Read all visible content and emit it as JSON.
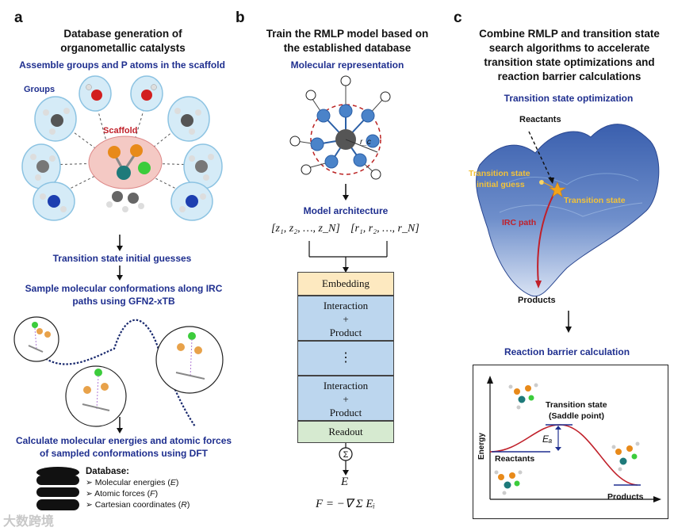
{
  "panel_a": {
    "letter": "a",
    "title_line1": "Database generation of",
    "title_line2": "organometallic catalysts",
    "subtitle": "Assemble groups and P atoms in the scaffold",
    "groups_label": "Groups",
    "scaffold_label": "Scaffold",
    "step1": "Transition state initial guesses",
    "step2_line1": "Sample molecular conformations along IRC",
    "step2_line2": "paths using GFN2-xTB",
    "step3_line1": "Calculate molecular energies and atomic forces",
    "step3_line2": "of sampled conformations using DFT",
    "database_title": "Database:",
    "database_items": [
      {
        "text": "Molecular energies (",
        "sym": "E",
        "end": ")"
      },
      {
        "text": "Atomic forces (",
        "sym": "F",
        "end": ")"
      },
      {
        "text": "Cartesian coordinates  (",
        "sym": "R",
        "end": ")"
      }
    ]
  },
  "panel_b": {
    "letter": "b",
    "title_line1": "Train the RMLP model based on",
    "title_line2": "the established database",
    "subtitle": "Molecular representation",
    "cutoff_label": "r_c",
    "arch_label": "Model architecture",
    "inputs_z": "[z₁, z₂, …, z_N]",
    "inputs_r": "[r₁, r₂, …, r_N]",
    "blocks": {
      "embedding": "Embedding",
      "interaction_line1": "Interaction",
      "plus": "+",
      "interaction_line3": "Product",
      "dots": "⋮",
      "readout": "Readout"
    },
    "sum_symbol": "Σ",
    "energy_symbol": "E",
    "force_eq": "F = −∇ Σ Eᵢ"
  },
  "panel_c": {
    "letter": "c",
    "title_line1": "Combine RMLP and transition state",
    "title_line2": "search algorithms to accelerate",
    "title_line3": "transition state optimizations and",
    "title_line4": "reaction barrier calculations",
    "subtitle": "Transition state optimization",
    "reactants": "Reactants",
    "ts_guess_line1": "Transition state",
    "ts_guess_line2": "initial guess",
    "ts": "Transition state",
    "irc": "IRC path",
    "products": "Products",
    "barrier_title": "Reaction barrier calculation",
    "energy_axis": "Energy",
    "profile_ts_line1": "Transition state",
    "profile_ts_line2": "(Saddle point)",
    "profile_ea": "Eₐ",
    "profile_reactants": "Reactants",
    "profile_products": "Products"
  },
  "watermark": "大数跨境",
  "colors": {
    "navy": "#1f2f8f",
    "red": "#c0202a",
    "surface": "#4a6fb5",
    "embedding": "#fde9c0",
    "interaction": "#bcd6ee",
    "readout": "#d6ead0",
    "ts_star": "#f2a41b"
  }
}
